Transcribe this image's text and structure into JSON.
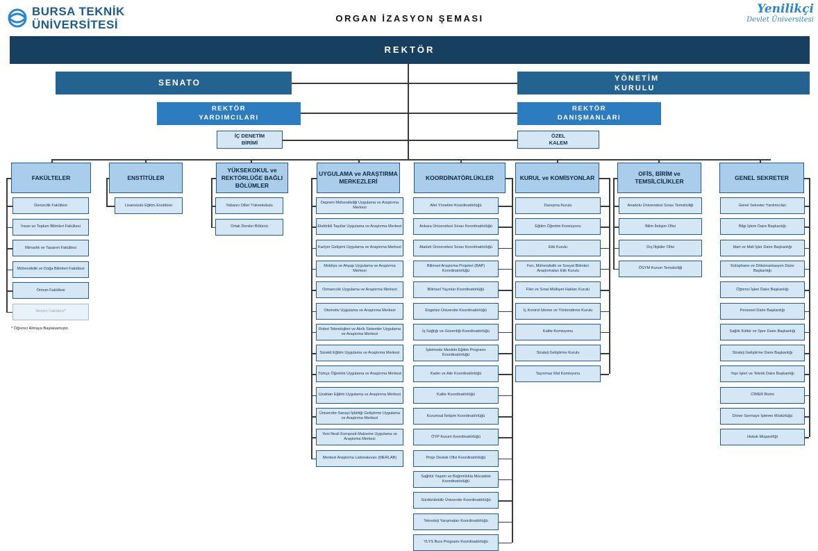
{
  "header": {
    "logo_left_line1": "BURSA TEKNİK",
    "logo_left_line2": "ÜNİVERSİTESİ",
    "title": "ORGAN İZASYON ŞEMASI",
    "logo_right_line1": "Yenilikçi",
    "logo_right_line2": "Devlet Üniversitesi"
  },
  "rector": "REKTÖR",
  "senate": "SENATO",
  "board": {
    "line1": "YÖNETİM",
    "line2": "KURULU"
  },
  "vice_rectors": {
    "line1": "REKTÖR",
    "line2": "YARDIMCILARI"
  },
  "advisors": {
    "line1": "REKTÖR",
    "line2": "DANIŞMANLARI"
  },
  "internal_audit": {
    "line1": "İÇ DENETİM",
    "line2": "BİRİMİ"
  },
  "private_office": {
    "line1": "ÖZEL",
    "line2": "KALEM"
  },
  "footnote": "* Öğrenci Almaya Başlanamıştır.",
  "columns": [
    {
      "title": "FAKÜLTELER",
      "items": [
        "Denizcilik Fakültesi",
        "İnsan ve Toplum Bilimleri Fakültesi",
        "Mimarlık ve Tasarım Fakültesi",
        "Mühendislik ve Doğa Bilimleri Fakültesi",
        "Orman Fakültesi",
        "İletişim Fakültesi*"
      ]
    },
    {
      "title": "ENSTİTÜLER",
      "items": [
        "Lisansüstü Eğitim Enstitüsü"
      ]
    },
    {
      "title": "YÜKSEKOKUL ve REKTÖRLÜĞE BAĞLI BÖLÜMLER",
      "items": [
        "Yabancı Diller Yüksekokulu",
        "Ortak Dersler Bölümü"
      ]
    },
    {
      "title": "UYGULAMA ve ARAŞTIRMA MERKEZLERİ",
      "items": [
        "Deprem Mühendisliği Uygulama ve Araştırma Merkezi",
        "Elektrikli Taşıtlar Uygulama ve Araştırma Merkezi",
        "Kariyer Gelişimi Uygulama ve Araştırma Merkezi",
        "Mobilya ve Ahşap Uygulama ve Araştırma Merkezi",
        "Ormancılık Uygulama ve Araştırma Merkezi",
        "Otomotiv Uygulama ve Araştırma Merkezi",
        "Robot Teknolojileri ve Akıllı Sistemler Uygulama ve Araştırma Merkezi",
        "Sürekli Eğitim Uygulama ve Araştırma Merkezi",
        "Türkçe Öğretimi Uygulama ve Araştırma Merkezi",
        "Uzaktan Eğitim Uygulama ve Araştırma Merkezi",
        "Üniversite-Sanayi İşbirliği Geliştirme Uygulama ve Araştırma Merkezi",
        "Yeni Nesil Kompozit Malzeme Uygulama ve Araştırma Merkezi",
        "Merkezi Araştırma Laboratuvarı (MERLAB)"
      ]
    },
    {
      "title": "KOORDİNATÖRLÜKLER",
      "items": [
        "Afet Yönetimi Koordinatörlüğü",
        "Ankara Üniversitesi Sınav Koordinatörlüğü",
        "Atatürk Üniversitesi Sınav Koordinatörlüğü",
        "Bilimsel Araştırma Projeleri (BAP) Koordinatörlüğü",
        "Bilimsel Yayınlar Koordinatörlüğü",
        "Engelsiz Üniversite Koordinatörlüğü",
        "İş Sağlığı ve Güvenliği Koordinatörlüğü",
        "İşletmede Mesleki Eğitim Programı Koordinatörlüğü",
        "Kadın ve Aile Koordinatörlüğü",
        "Kalite Koordinatörlüğü",
        "Kurumsal İletişim Koordinatörlüğü",
        "ÖYP Kurum Koordinatörlüğü",
        "Proje Destek Ofisi Koordinatörlüğü",
        "Sağlıklı Yaşam ve Bağımlılıkla Mücadele Koordinatörlüğü",
        "Sürdürülebilir Üniversite Koordinatörlüğü",
        "Teknoloji Yarışmaları Koordinatörlüğü",
        "YLYS Burs Programı Koordinatörlüğü"
      ]
    },
    {
      "title": "KURUL ve KOMİSYONLAR",
      "items": [
        "Danışma Kurulu",
        "Eğitim Öğretim Komisyonu",
        "Etik Kurulu",
        "Fen, Mühendislik ve Sosyal Bilimleri Araştırmaları Etik Kurulu",
        "Fikri ve Sınai Mülkiyet Hakları Kurulu",
        "İç Kontrol İzleme ve Yönlendirme Kurulu",
        "Kalite Komisyonu",
        "Strateji Geliştirme Kurulu",
        "Taşınmaz Mal Komisyonu"
      ]
    },
    {
      "title": "OFİS, BİRİM ve TEMSİLCİLİKLER",
      "items": [
        "Anadolu Üniversitesi Sınav Temsilciliği",
        "Bilim İletişim Ofisi",
        "Dış İlişkiler Ofisi",
        "ÖSYM Kurum Temsilciliği"
      ]
    },
    {
      "title": "GENEL SEKRETER",
      "items": [
        "Genel Sekreter Yardımcıları",
        "Bilgi İşlem Daire Başkanlığı",
        "İdari ve Mali İşler Daire Başkanlığı",
        "Kütüphane ve Dökümantasyon Daire Başkanlığı",
        "Öğrenci İşleri Daire Başkanlığı",
        "Personel Daire Başkanlığı",
        "Sağlık Kültür ve Spor Daire Başkanlığı",
        "Strateji Geliştirme Daire Başkanlığı",
        "Yapı İşleri ve Teknik Daire Başkanlığı",
        "CİMER Birimi",
        "Döner Sermaye İşletme Müdürlüğü",
        "Hukuk Müşavirliği"
      ]
    }
  ]
}
